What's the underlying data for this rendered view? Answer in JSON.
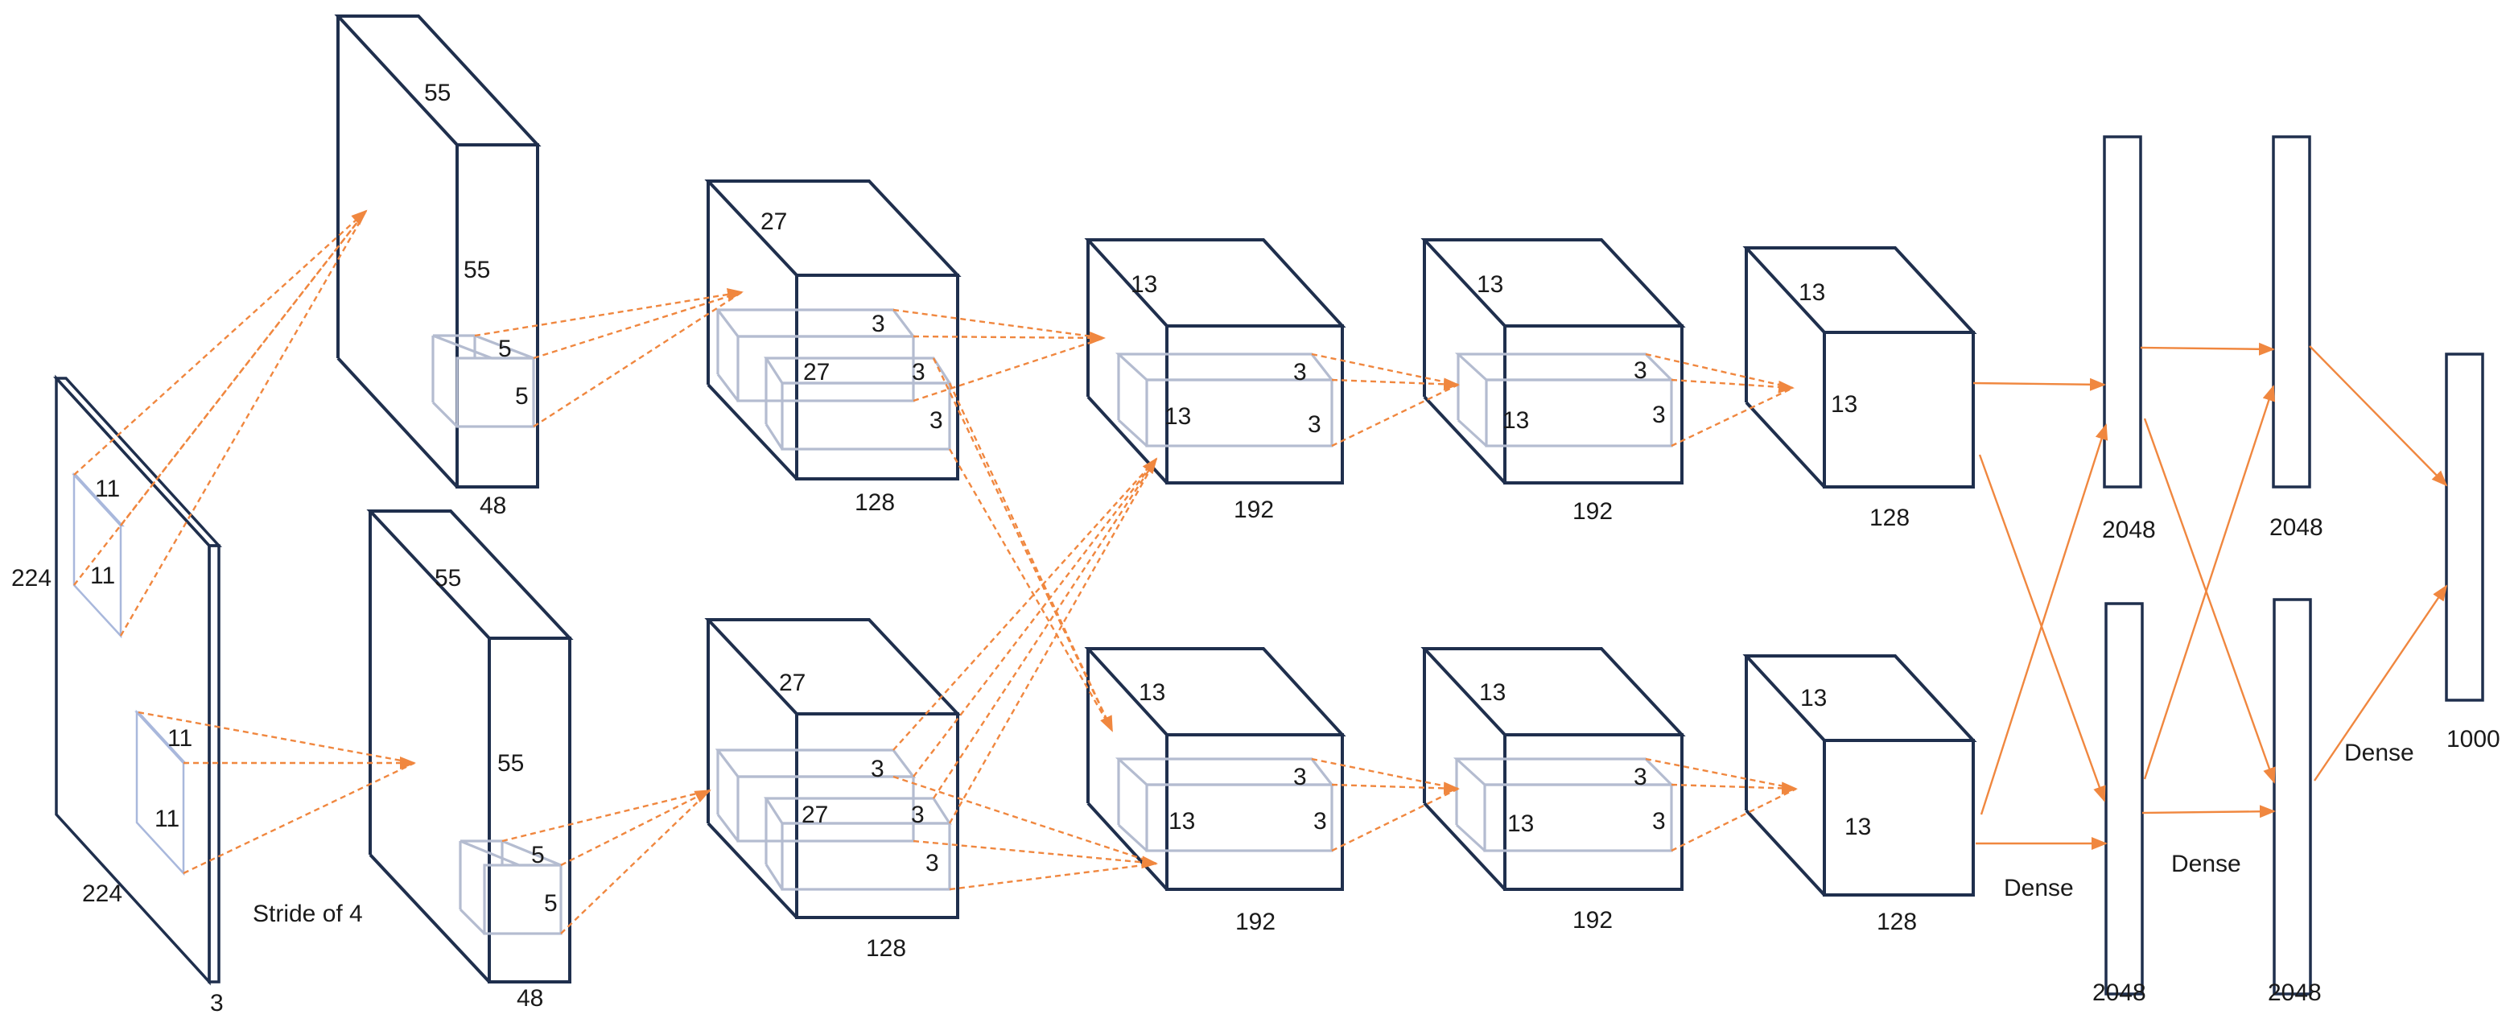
{
  "colors": {
    "box": "#1f2f4d",
    "kernel": "#b4bcd0",
    "arrow": "#f0873f",
    "background": "#ffffff"
  },
  "input": {
    "height": "224",
    "width": "224",
    "depth": "3",
    "kernel_w": "11",
    "kernel_h": "11",
    "kernel2_w": "11",
    "kernel2_h": "11",
    "stride": "Stride of  4"
  },
  "conv1_top": {
    "width": "55",
    "height": "55",
    "kernel_w": "5",
    "kernel_h": "5",
    "depth": "48"
  },
  "conv1_bottom": {
    "width": "55",
    "height": "55",
    "kernel_w": "5",
    "kernel_h": "5",
    "depth": "48"
  },
  "conv2_top": {
    "width": "27",
    "kernel_inner": "27",
    "k1": "3",
    "k2": "3",
    "k3": "3",
    "depth": "128"
  },
  "conv2_bottom": {
    "width": "27",
    "kernel_inner": "27",
    "k1": "3",
    "k2": "3",
    "k3": "3",
    "depth": "128"
  },
  "conv3_top": {
    "width": "13",
    "kernel_inner": "13",
    "k1": "3",
    "k2": "3",
    "depth": "192"
  },
  "conv3_bottom": {
    "width": "13",
    "kernel_inner": "13",
    "k1": "3",
    "k2": "3",
    "depth": "192"
  },
  "conv4_top": {
    "width": "13",
    "kernel_inner": "13",
    "k1": "3",
    "k2": "3",
    "depth": "192"
  },
  "conv4_bottom": {
    "width": "13",
    "kernel_inner": "13",
    "k1": "3",
    "k2": "3",
    "depth": "192"
  },
  "conv5_top": {
    "width": "13",
    "height": "13",
    "depth": "128"
  },
  "conv5_bottom": {
    "width": "13",
    "height": "13",
    "depth": "128"
  },
  "fc1": {
    "top": "2048",
    "bottom": "2048",
    "dense_label": "Dense"
  },
  "fc2": {
    "top": "2048",
    "bottom": "2048",
    "dense_label": "Dense"
  },
  "output": {
    "size": "1000",
    "dense_label": "Dense"
  }
}
